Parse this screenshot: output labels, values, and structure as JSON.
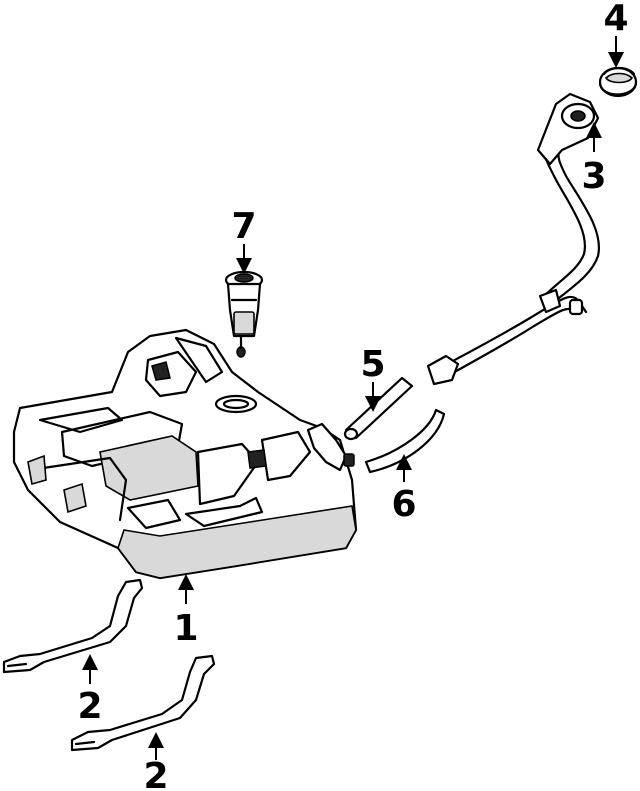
{
  "callouts": {
    "c1": "1",
    "c2a": "2",
    "c2b": "2",
    "c3": "3",
    "c4": "4",
    "c5": "5",
    "c6": "6",
    "c7": "7"
  },
  "colors": {
    "line": "#000000",
    "background": "#ffffff",
    "shade": "#d9d9d9"
  }
}
